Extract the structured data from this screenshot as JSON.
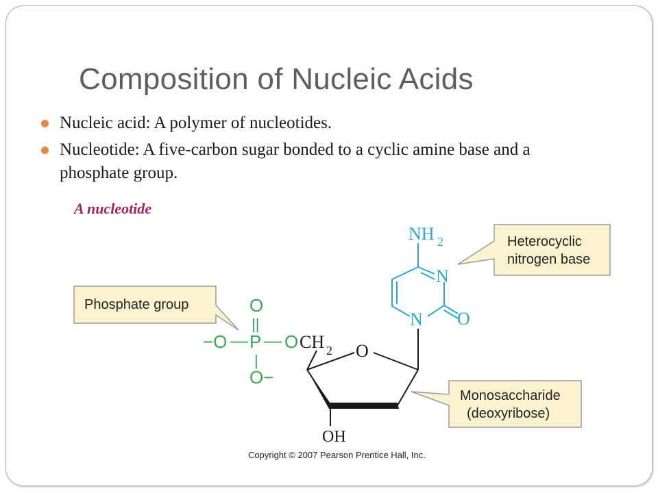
{
  "slide": {
    "title": "Composition of Nucleic Acids",
    "bullets": [
      "Nucleic acid: A polymer of nucleotides.",
      "Nucleotide: A five-carbon sugar bonded to a cyclic amine base and a phosphate group."
    ]
  },
  "figure": {
    "caption": "A nucleotide",
    "callouts": {
      "phosphate": "Phosphate group",
      "base_line1": "Heterocyclic",
      "base_line2": "nitrogen base",
      "sugar_line1": "Monosaccharide",
      "sugar_line2": "(deoxyribose)"
    },
    "atoms": {
      "nh": "NH",
      "nh_sub": "2",
      "n_ring_top": "N",
      "n_ring_bottom": "N",
      "o_carbonyl": "O",
      "o_top": "O",
      "double_bond": "||",
      "o_minus_left": "−O",
      "p": "P",
      "dash_left": "—",
      "dash_right": "—",
      "pipe_bottom": "|",
      "o_bridge": "O",
      "ch": "CH",
      "ch_sub": "2",
      "o_minus_bottom": "O−",
      "o_ring": "O",
      "oh": "OH"
    },
    "copyright": "Copyright © 2007 Pearson Prentice Hall, Inc.",
    "colors": {
      "phosphate_green": "#3aa655",
      "base_blue": "#2aa7d8",
      "callout_fill": "#fbf2cf",
      "caption_magenta": "#a8205c",
      "bullet_orange": "#e3893f"
    }
  }
}
